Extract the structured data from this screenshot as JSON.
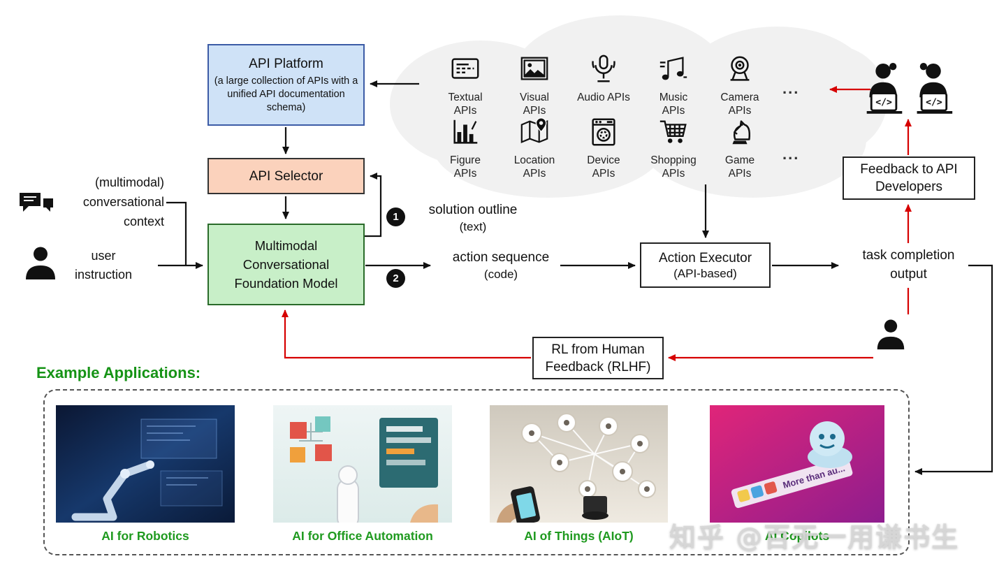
{
  "diagram": {
    "api_platform": {
      "title": "API Platform",
      "subtitle": "(a large collection of APIs with a unified API documentation schema)"
    },
    "api_selector": "API Selector",
    "foundation_model": "Multimodal Conversational Foundation Model",
    "action_executor": {
      "title": "Action Executor",
      "subtitle": "(API-based)"
    },
    "feedback_box": "Feedback to API Developers",
    "rlhf_box": "RL from Human Feedback (RLHF)",
    "context_label": "(multimodal)\nconversational\ncontext",
    "user_instruction": "user instruction",
    "solution_outline": {
      "badge": "1",
      "label": "solution outline",
      "sub": "(text)"
    },
    "action_sequence": {
      "badge": "2",
      "label": "action sequence",
      "sub": "(code)"
    },
    "task_completion": "task completion\noutput"
  },
  "cloud": {
    "ellipsis": "...",
    "row1": [
      {
        "label": "Textual APIs",
        "icon": "textual-api-icon"
      },
      {
        "label": "Visual APIs",
        "icon": "visual-api-icon"
      },
      {
        "label": "Audio APIs",
        "icon": "audio-api-icon"
      },
      {
        "label": "Music APIs",
        "icon": "music-api-icon"
      },
      {
        "label": "Camera APIs",
        "icon": "camera-api-icon"
      }
    ],
    "row2": [
      {
        "label": "Figure APIs",
        "icon": "figure-api-icon"
      },
      {
        "label": "Location APIs",
        "icon": "location-api-icon"
      },
      {
        "label": "Device APIs",
        "icon": "device-api-icon"
      },
      {
        "label": "Shopping APIs",
        "icon": "shopping-api-icon"
      },
      {
        "label": "Game APIs",
        "icon": "game-api-icon"
      }
    ]
  },
  "applications": {
    "heading": "Example Applications:",
    "items": [
      {
        "caption": "AI for Robotics",
        "image": "robotics-image"
      },
      {
        "caption": "AI for Office Automation",
        "image": "office-automation-image"
      },
      {
        "caption": "AI of Things (AIoT)",
        "image": "aiot-image"
      },
      {
        "caption": "AI Copilots",
        "image": "copilots-image",
        "ribbon": "More than au..."
      }
    ]
  },
  "icons": {
    "code_glyph": "</>"
  },
  "watermark": "知乎 @百无一用谦书生",
  "colors": {
    "accent_red": "#d60000",
    "box_blue": "#cfe2f7",
    "box_peach": "#fbd2bc",
    "box_green": "#c8efc8",
    "app_green": "#1f9a1f",
    "cloud_gray": "#f1f1f1"
  }
}
